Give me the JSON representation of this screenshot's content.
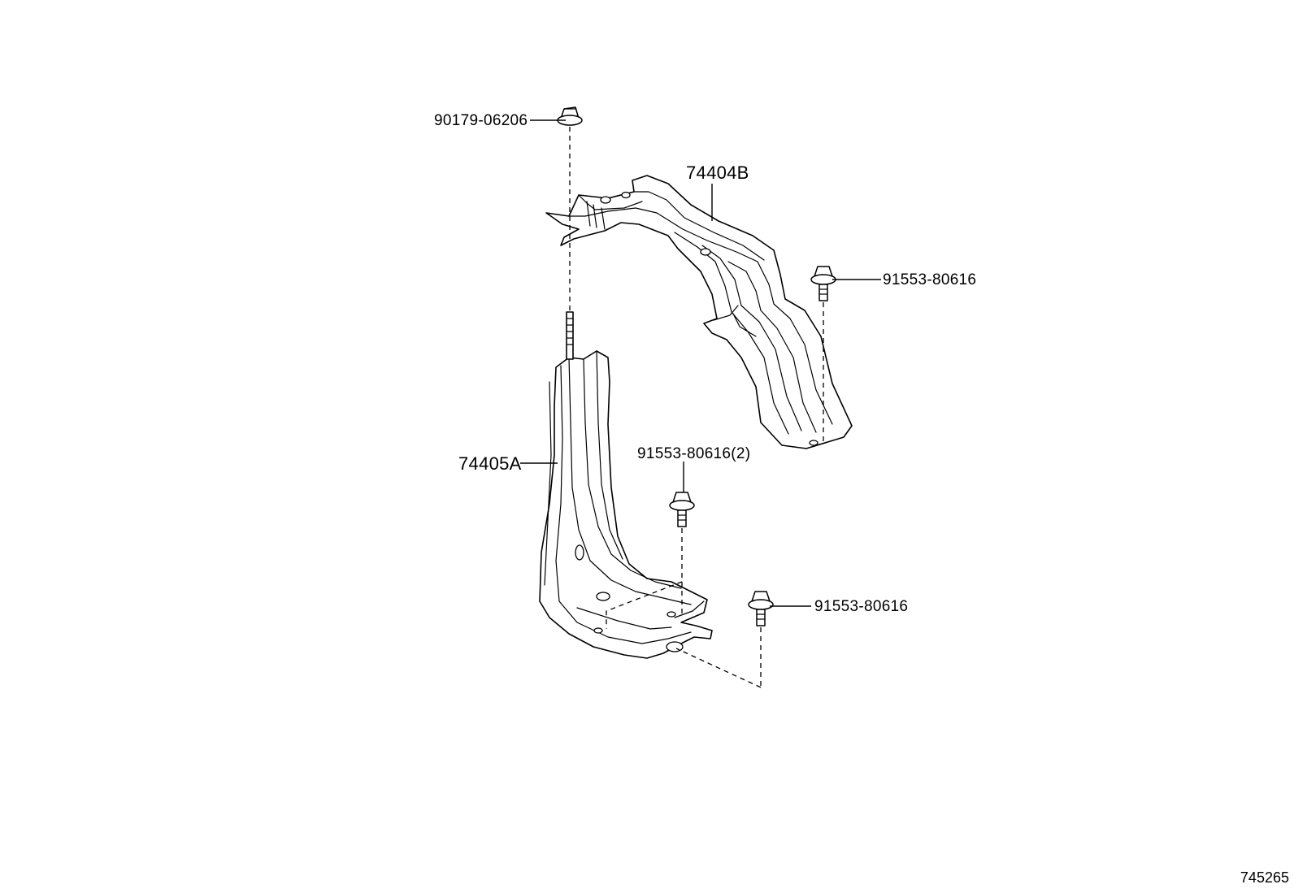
{
  "callouts": {
    "nut_top": "90179-06206",
    "bracket_upper": "74404B",
    "bolt_right_upper": "91553-80616",
    "bracket_lower": "74405A",
    "bolt_center": "91553-80616(2)",
    "bolt_right_lower": "91553-80616"
  },
  "reference_number": "745265"
}
